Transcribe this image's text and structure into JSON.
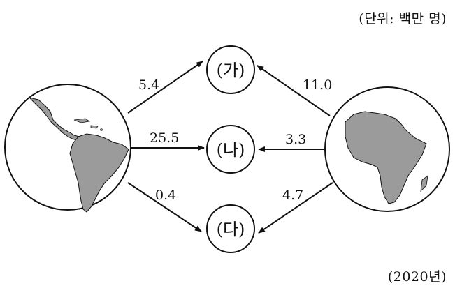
{
  "unit_label": "(단위: 백만 명)",
  "year_label": "(2020년)",
  "nodes": {
    "ga": "(가)",
    "na": "(나)",
    "da": "(다)"
  },
  "left_region": {
    "icon": "latin-america-globe-icon",
    "color": "#9b9b9b"
  },
  "right_region": {
    "icon": "africa-globe-icon",
    "color": "#9b9b9b"
  },
  "flows": {
    "left_to_ga": "5.4",
    "left_to_na": "25.5",
    "left_to_da": "0.4",
    "right_to_ga": "11.0",
    "right_to_na": "3.3",
    "right_to_da": "4.7"
  }
}
